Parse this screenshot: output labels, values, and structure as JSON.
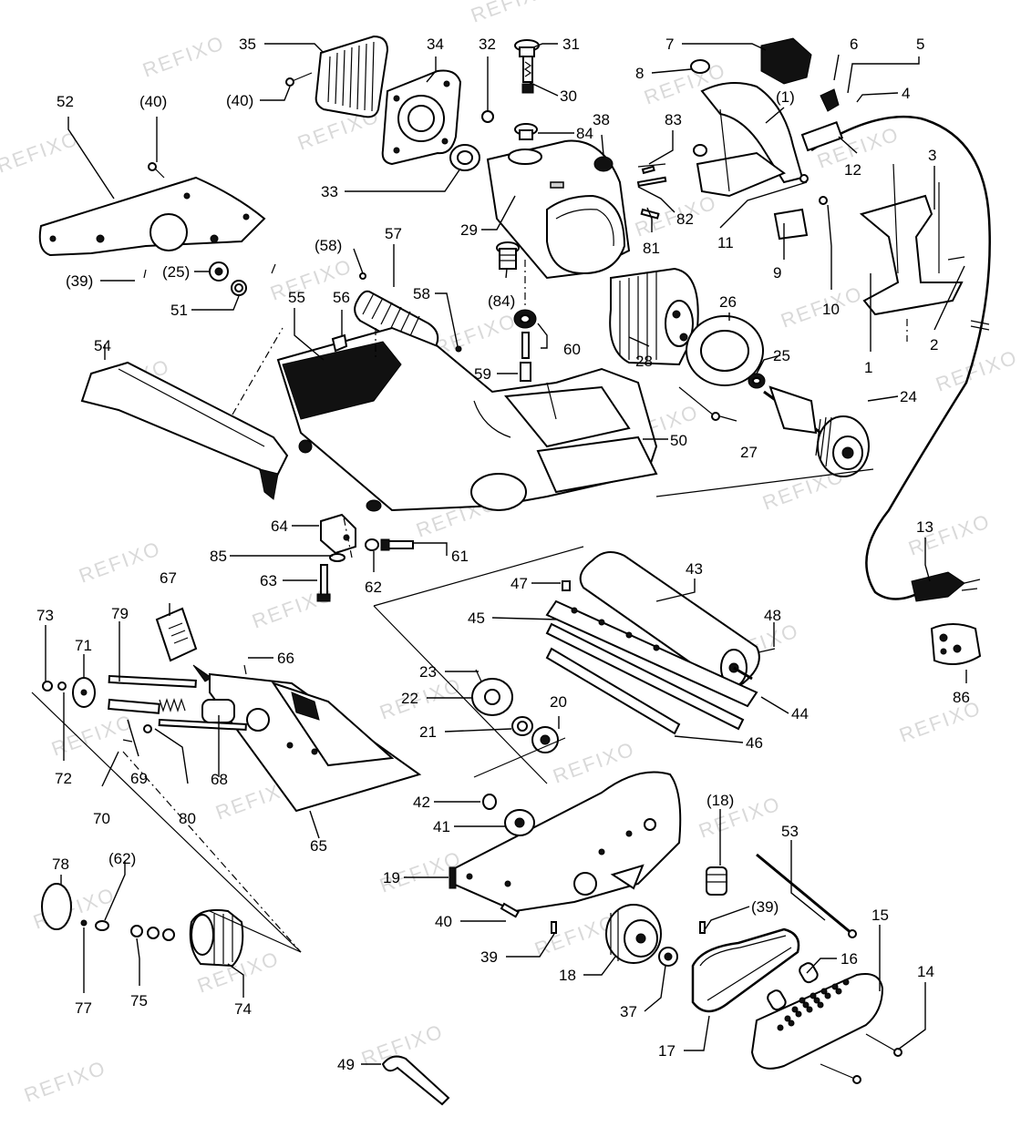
{
  "watermark": "REFIXO",
  "labels": [
    "35",
    "34",
    "32",
    "31",
    "7",
    "6",
    "5",
    "8",
    "30",
    "4",
    "(40)",
    "(40)",
    "52",
    "84",
    "38",
    "83",
    "(1)",
    "3",
    "12",
    "33",
    "82",
    "29",
    "11",
    "81",
    "9",
    "(58)",
    "57",
    "(84)",
    "28",
    "10",
    "2",
    "1",
    "(25)",
    "26",
    "25",
    "(39)",
    "51",
    "58",
    "60",
    "59",
    "27",
    "24",
    "55",
    "56",
    "54",
    "50",
    "13",
    "64",
    "61",
    "85",
    "62",
    "63",
    "47",
    "43",
    "48",
    "45",
    "67",
    "73",
    "79",
    "66",
    "71",
    "23",
    "22",
    "20",
    "44",
    "21",
    "72",
    "69",
    "68",
    "70",
    "80",
    "46",
    "86",
    "65",
    "42",
    "41",
    "(18)",
    "53",
    "19",
    "40",
    "(39)",
    "78",
    "(62)",
    "77",
    "75",
    "74",
    "39",
    "18",
    "16",
    "15",
    "14",
    "37",
    "17",
    "49"
  ]
}
